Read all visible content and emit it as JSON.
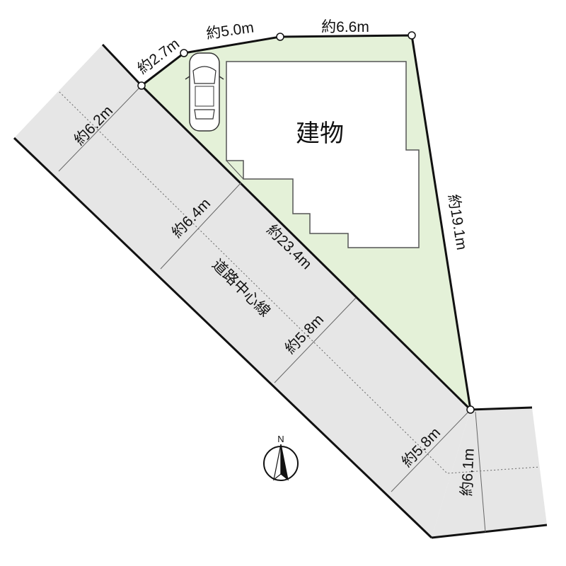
{
  "building": {
    "label": "建物"
  },
  "road": {
    "centerline_label": "道路中心線"
  },
  "dimensions": {
    "lot_nw_short": "約2.7m",
    "lot_n_1": "約5.0m",
    "lot_n_2": "約6.6m",
    "lot_east": "約19.1m",
    "lot_road_frontage": "約23.4m",
    "road_width_1": "約6.2m",
    "road_width_2": "約6.4m",
    "road_width_3": "約5.8m",
    "road_width_4": "約5.8m",
    "side_road_width": "約6.1m"
  },
  "compass": {
    "north_label": "N"
  },
  "colors": {
    "lot_fill": "#e4f1d8",
    "road_fill": "#e6e6e6",
    "building_fill": "#ffffff",
    "outline": "#111111",
    "dim_line": "#555555"
  },
  "icons": {
    "car": "car-icon",
    "compass": "north-arrow-icon"
  }
}
